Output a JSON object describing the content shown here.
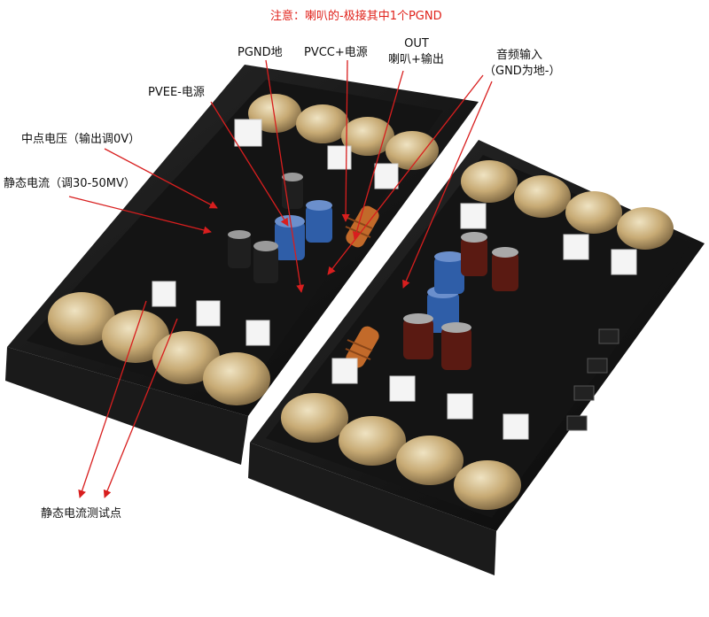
{
  "note": "注意：喇叭的-极接其中1个PGND",
  "labels": {
    "pgnd": "PGND地",
    "pvcc": "PVCC+电源",
    "out_line1": "OUT",
    "out_line2": "喇叭+输出",
    "audio_in_line1": "音频输入",
    "audio_in_line2": "（GND为地-）",
    "pvee": "PVEE-电源",
    "midpoint": "中点电压（输出调0V）",
    "quiescent": "静态电流（调30-50MV）",
    "testpoint": "静态电流测试点"
  },
  "colors": {
    "arrow": "#d81e1e",
    "board": "#161616",
    "heatsink": "#0c0c0c",
    "transistor_gold": "#c7aa74"
  }
}
